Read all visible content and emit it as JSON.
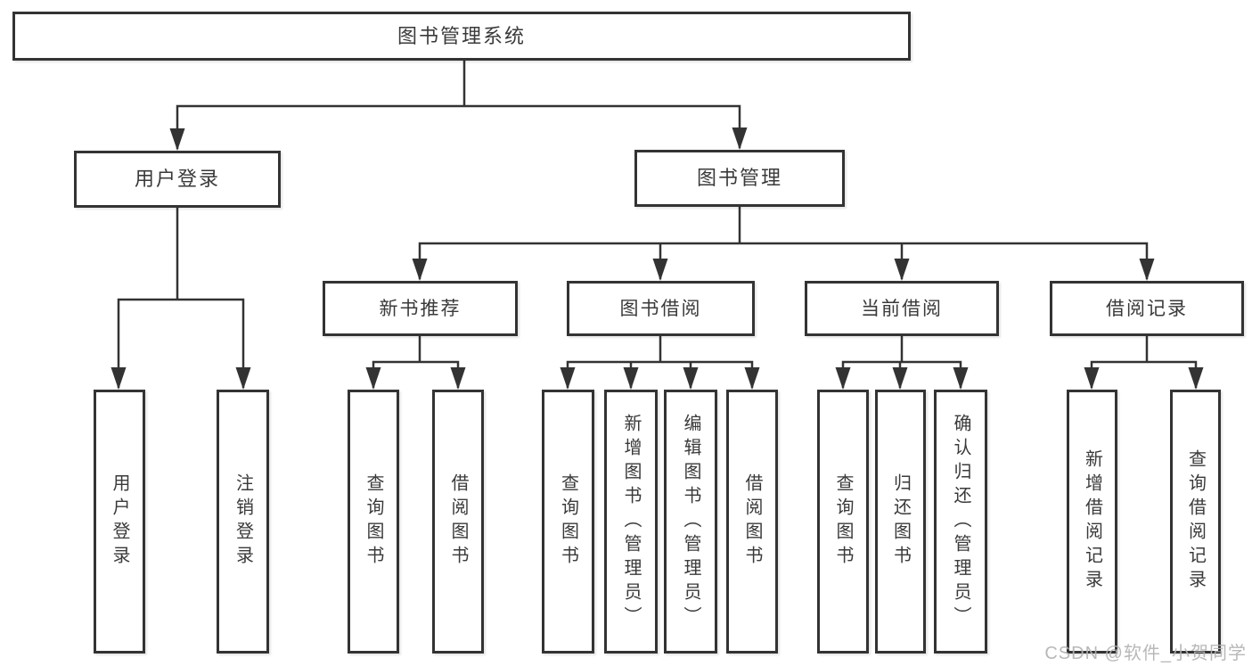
{
  "diagram_title": "图书管理系统",
  "level2": {
    "user_login": "用户登录",
    "book_mgmt": "图书管理"
  },
  "level3": {
    "new_book_rec": "新书推荐",
    "book_borrow": "图书借阅",
    "current_borrow": "当前借阅",
    "borrow_records": "借阅记录"
  },
  "leaves": {
    "user_login": [
      "用户登录",
      "注销登录"
    ],
    "new_book_rec": [
      "查询图书",
      "借阅图书"
    ],
    "book_borrow": [
      "查询图书",
      "新增图书（管理员）",
      "编辑图书（管理员）",
      "借阅图书"
    ],
    "current_borrow": [
      "查询图书",
      "归还图书",
      "确认归还（管理员）"
    ],
    "borrow_records": [
      "新增借阅记录",
      "查询借阅记录"
    ]
  },
  "watermark": "CSDN @软件_小贺同学",
  "colors": {
    "line": "#333333",
    "box_border": "#333333",
    "text": "#3a3a3a",
    "watermark": "#b2b2b2",
    "background": "#ffffff"
  }
}
